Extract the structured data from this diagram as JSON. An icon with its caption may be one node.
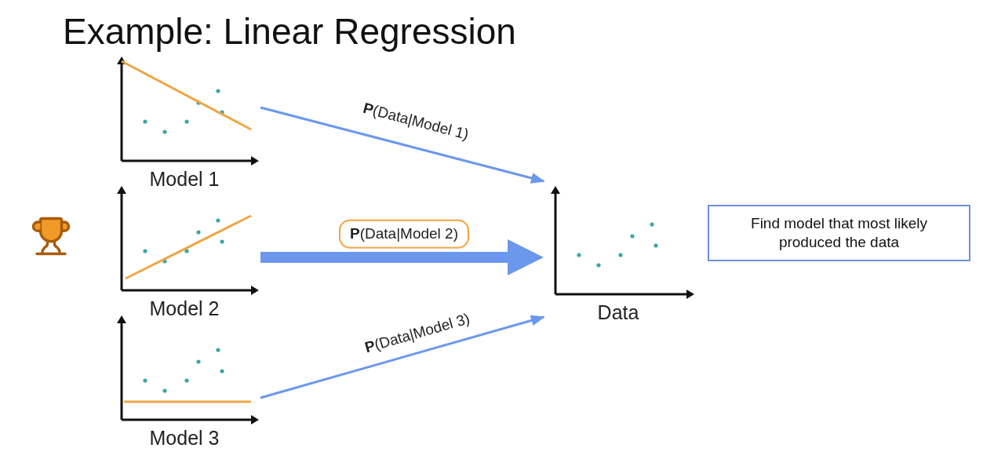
{
  "diagram": {
    "title": "Example: Linear Regression",
    "nodes": [
      {
        "text": [
          "Model 1"
        ]
      },
      {
        "text": [
          "Model 2"
        ]
      },
      {
        "text": [
          "Model 3"
        ]
      },
      {
        "text": [
          "Data"
        ]
      },
      {
        "text": [
          "Find model that most likely produced the data"
        ]
      }
    ],
    "edges": [
      {
        "from": 0,
        "to": 3,
        "arrow": "to",
        "label": "**P**(Data|Model 1)"
      },
      {
        "from": 1,
        "to": 3,
        "arrow": "to",
        "label": "**P**(Data|Model 2)",
        "style": "thick"
      },
      {
        "from": 2,
        "to": 3,
        "arrow": "to",
        "label": "**P**(Data|Model 3)"
      }
    ]
  }
}
